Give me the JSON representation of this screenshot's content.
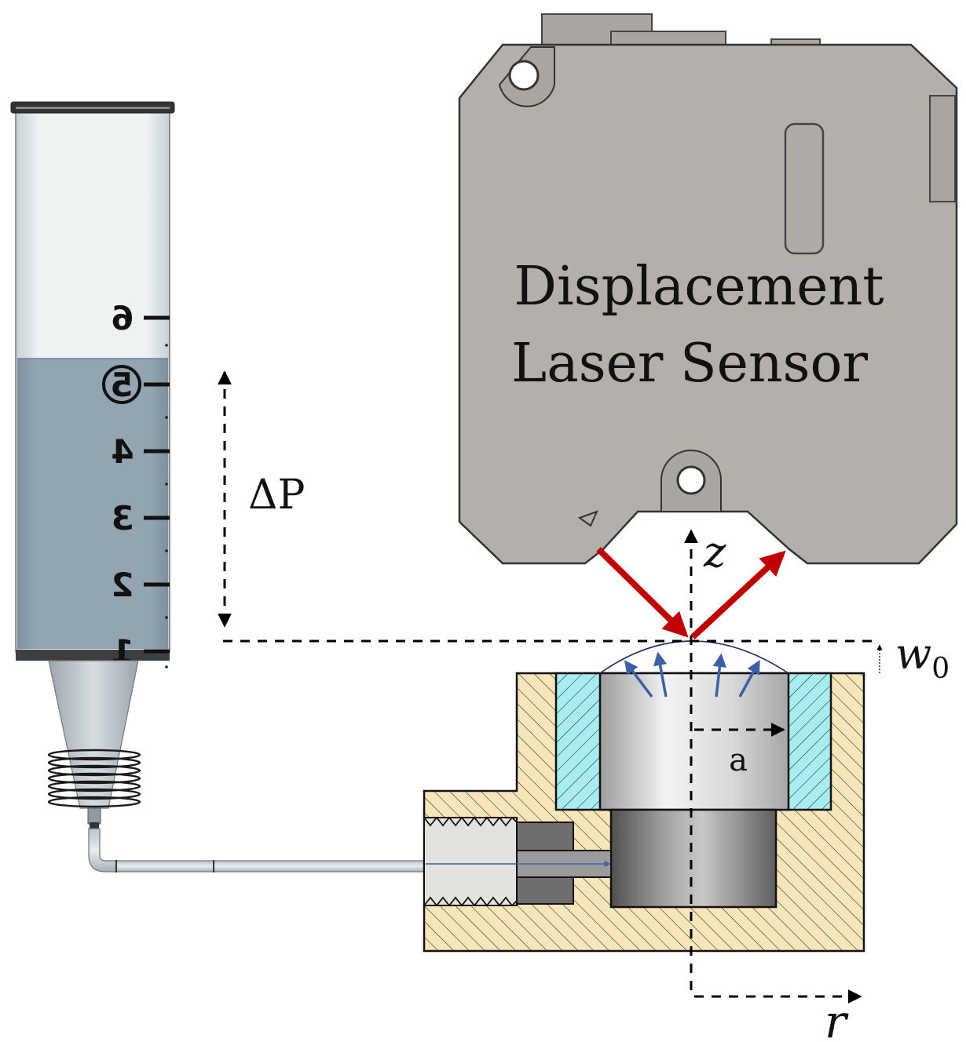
{
  "sensor": {
    "line1": "Displacement",
    "line2": "Laser Sensor",
    "body_color": "#b3b0ab",
    "beam_color": "#c00000"
  },
  "syringe": {
    "graduations": [
      "1",
      "2",
      "3",
      "4",
      "5",
      "6"
    ],
    "highlighted": "5",
    "fill_fraction": 0.83,
    "liquid_color": "#8fa2ae"
  },
  "labels": {
    "pressure": "ΔP",
    "axis_z": "z",
    "axis_r": "r",
    "deflection": "w",
    "deflection_sub": "0",
    "radius": "a"
  },
  "colors": {
    "housing": "#f6e6ba",
    "ring": "#a9ecef",
    "flow_arrows": "#3c5fa8"
  }
}
